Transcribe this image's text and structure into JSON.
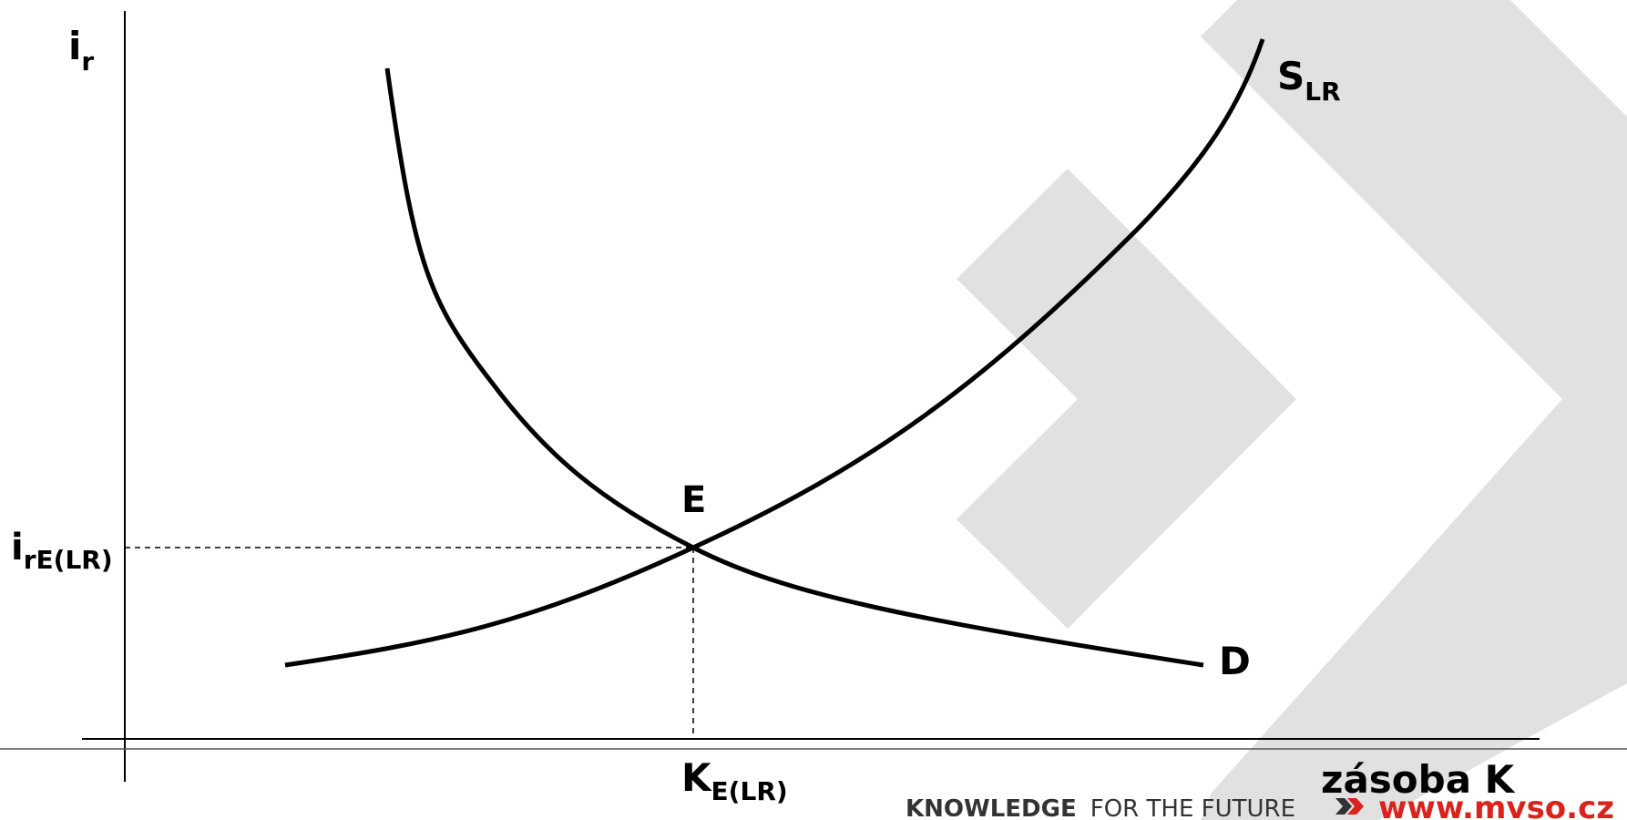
{
  "diagram": {
    "y_axis_label": {
      "main": "i",
      "sub": "r"
    },
    "x_axis_label": "zásoba K",
    "equilibrium_point": "E",
    "equilibrium_rate_label": {
      "main": "i",
      "sub": "rE(LR)"
    },
    "equilibrium_stock_label": {
      "main": "K",
      "sub": "E(LR)"
    },
    "supply_curve_label": {
      "main": "S",
      "sub": "LR"
    },
    "demand_curve_label": "D"
  },
  "footer": {
    "knowledge": "KNOWLEDGE",
    "for_the_future": "FOR THE FUTURE",
    "url": "www.mvso.cz"
  },
  "colors": {
    "watermark": "#e1e1e1",
    "curve": "#000000",
    "brand_red": "#d9231d",
    "arrow_dark": "#333333"
  }
}
